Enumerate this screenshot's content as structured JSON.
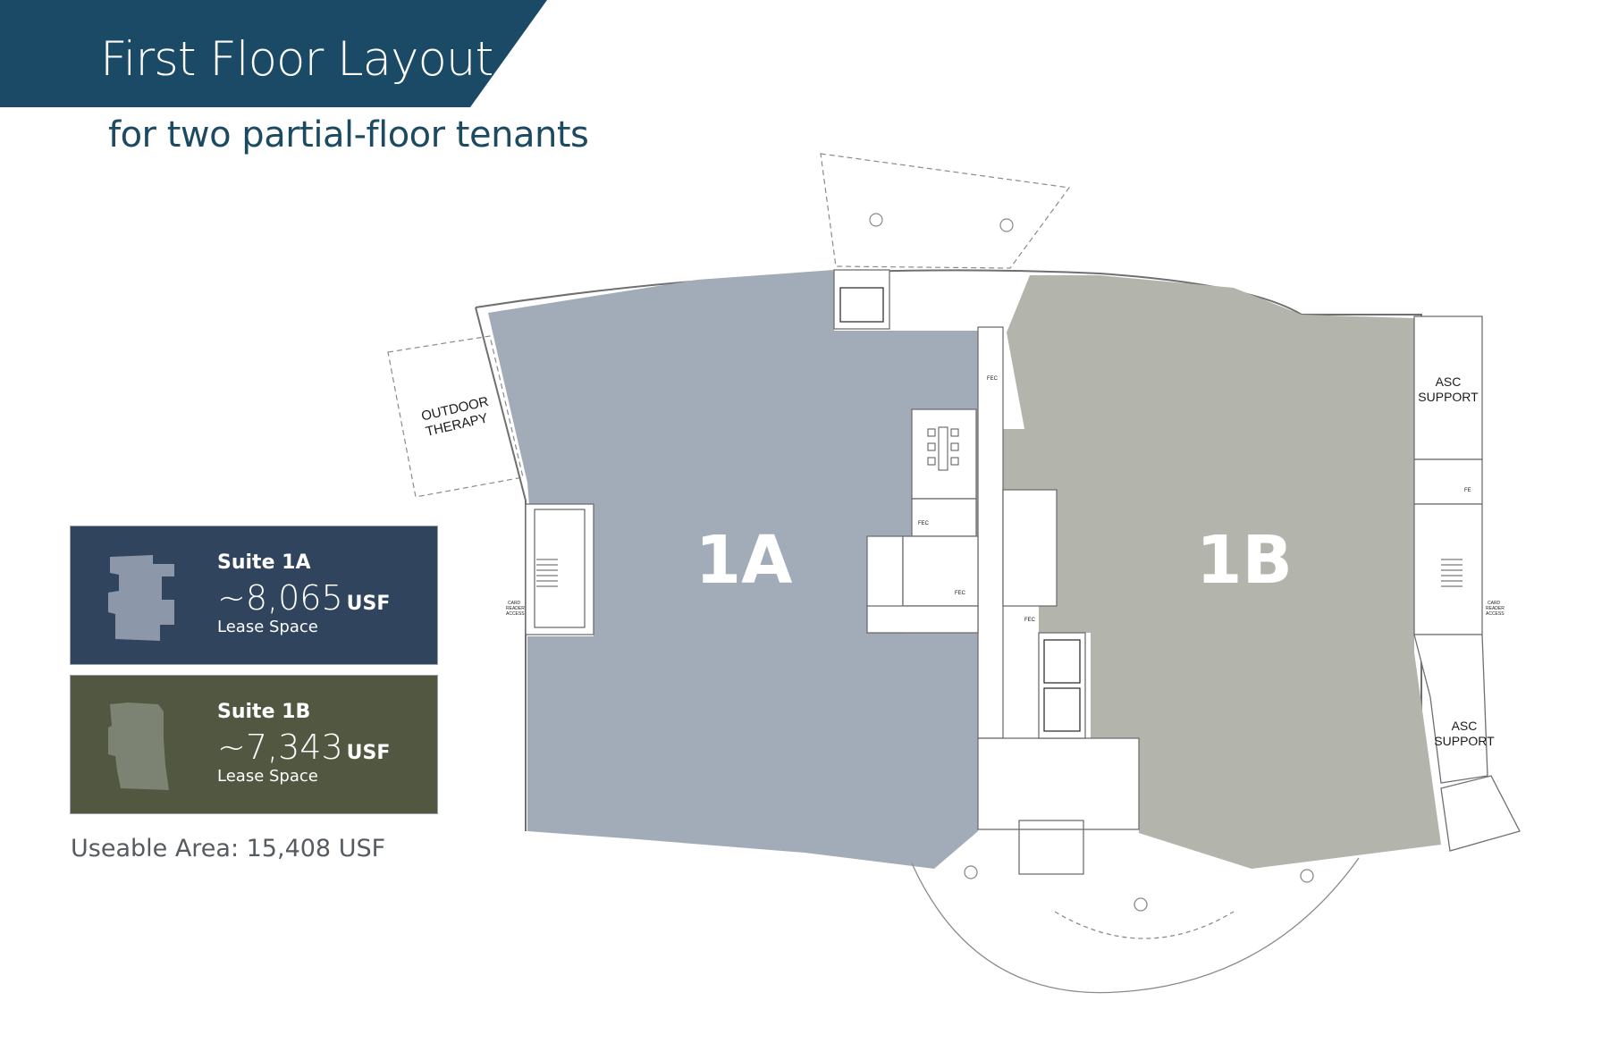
{
  "header": {
    "title": "First Floor Layout",
    "subtitle": "for two partial-floor tenants",
    "banner_color": "#1b4a66"
  },
  "suites": [
    {
      "name": "Suite 1A",
      "area": "~8,065",
      "unit": "USF",
      "subtitle": "Lease Space",
      "card_color": "#30445e",
      "floor_color": "#a2acb8",
      "plan_label": "1A"
    },
    {
      "name": "Suite 1B",
      "area": "~7,343",
      "unit": "USF",
      "subtitle": "Lease Space",
      "card_color": "#515740",
      "floor_color": "#b3b5ad",
      "plan_label": "1B"
    }
  ],
  "useable_area": "Useable Area: 15,408 USF",
  "plan_labels": {
    "outdoor_therapy_1": "OUTDOOR",
    "outdoor_therapy_2": "THERAPY",
    "asc_support_top_1": "ASC",
    "asc_support_top_2": "SUPPORT",
    "asc_support_bottom_1": "ASC",
    "asc_support_bottom_2": "SUPPORT",
    "fec": "FEC",
    "fe": "FE",
    "card_reader_1": "CARD",
    "card_reader_2": "READER",
    "card_reader_3": "ACCESS"
  }
}
